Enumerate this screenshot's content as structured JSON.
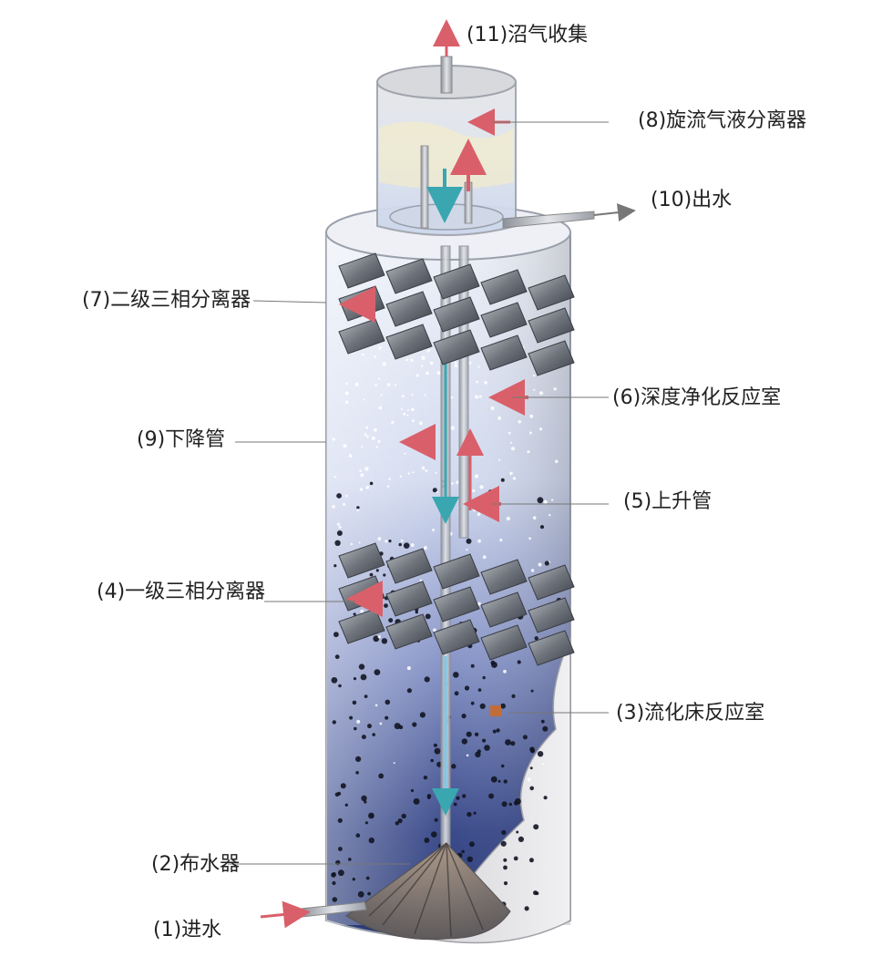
{
  "labels": {
    "gas_collection": "(11)沼气收集",
    "cyclone_separator": "(8)旋流气液分离器",
    "outlet": "(10)出水",
    "second_separator": "(7)二级三相分离器",
    "deep_purification": "(6)深度净化反应室",
    "downcomer": "(9)下降管",
    "riser": "(5)上升管",
    "first_separator": "(4)一级三相分离器",
    "fluidized_bed": "(3)流化床反应室",
    "distributor": "(2)布水器",
    "inlet": "(1)进水"
  },
  "colors": {
    "flow_red": "#d9606a",
    "flow_cyan": "#3aa6b0",
    "tank_upper": "#e4e9f6",
    "tank_lower": "#2c3a78",
    "leader_line": "#666666"
  }
}
